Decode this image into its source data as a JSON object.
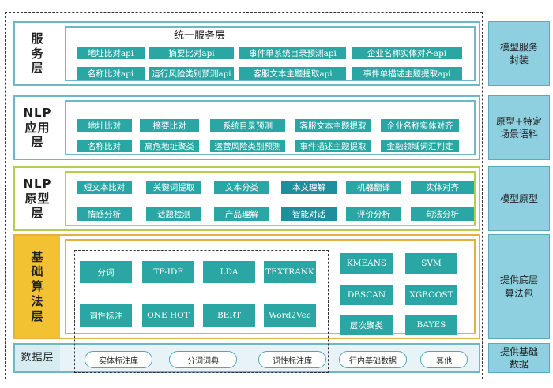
{
  "service": {
    "head": "服务层",
    "sublabel": "统一服务层",
    "side": "模型服务封装",
    "row1": [
      "地址比对api",
      "摘要比对api",
      "事件单系统目录预测api",
      "企业名称实体对齐api"
    ],
    "row2": [
      "名称比对api",
      "运行风险类别预测api",
      "客服文本主题提取api",
      "事件单描述主题提取api"
    ]
  },
  "nlp_app": {
    "head": "NLP应用层",
    "side": "原型+特定场景语料",
    "row1": [
      "地址比对",
      "摘要比对",
      "系统目录预测",
      "客服文本主题提取",
      "企业名称实体对齐"
    ],
    "row2": [
      "名称比对",
      "高危地址聚类",
      "运营风险类别预测",
      "事件描述主题提取",
      "金融领域词汇判定"
    ]
  },
  "nlp_proto": {
    "head": "NLP原型层",
    "side": "模型原型",
    "row1": [
      "短文本比对",
      "关键词提取",
      "文本分类",
      "本文理解",
      "机器翻译",
      "实体对齐"
    ],
    "row2": [
      "情感分析",
      "话题检测",
      "产品理解",
      "智能对话",
      "评价分析",
      "句法分析"
    ]
  },
  "algo": {
    "head": "基础算法层",
    "side": "提供底层算法包",
    "left_row1": [
      "分词",
      "TF-IDF",
      "LDA",
      "TEXTRANK"
    ],
    "left_row2": [
      "词性标注",
      "ONE HOT",
      "BERT",
      "Word2Vec"
    ],
    "right": [
      "KMEANS",
      "SVM",
      "DBSCAN",
      "XGBOOST",
      "层次聚类",
      "BAYES"
    ]
  },
  "data": {
    "head": "数据层",
    "side": "提供基础数据",
    "items": [
      "实体标注库",
      "分词词典",
      "词性标注库",
      "行内基础数据",
      "其他"
    ]
  }
}
